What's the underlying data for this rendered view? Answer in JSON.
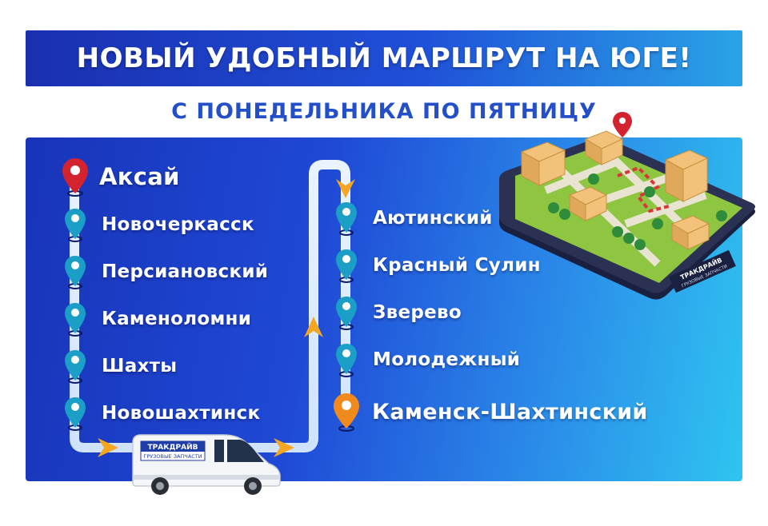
{
  "title": "НОВЫЙ УДОБНЫЙ МАРШРУТ НА ЮГЕ!",
  "subtitle": "С ПОНЕДЕЛЬНИКА ПО ПЯТНИЦУ",
  "colors": {
    "accent_blue": "#2350c8",
    "start_pin": "#d3232f",
    "stop_pin": "#1b9fc7",
    "end_pin": "#f08a1c",
    "arrow": "#f5a623"
  },
  "route_left": [
    {
      "name": "Аксай",
      "pin": "start-pin-icon"
    },
    {
      "name": "Новочеркасск",
      "pin": "location-pin-icon"
    },
    {
      "name": "Персиановский",
      "pin": "location-pin-icon"
    },
    {
      "name": "Каменоломни",
      "pin": "location-pin-icon"
    },
    {
      "name": "Шахты",
      "pin": "location-pin-icon"
    },
    {
      "name": "Новошахтинск",
      "pin": "location-pin-icon"
    }
  ],
  "route_right": [
    {
      "name": "Аютинский",
      "pin": "location-pin-icon"
    },
    {
      "name": "Красный Сулин",
      "pin": "location-pin-icon"
    },
    {
      "name": "Зверево",
      "pin": "location-pin-icon"
    },
    {
      "name": "Молодежный",
      "pin": "location-pin-icon"
    },
    {
      "name": "Каменск-Шахтинский",
      "pin": "end-pin-icon"
    }
  ],
  "van": {
    "brand": "ТРАКДРАЙВ",
    "tagline": "ГРУЗОВЫЕ ЗАПЧАСТИ"
  },
  "phone": {
    "brand": "ТРАКДРАЙВ",
    "tagline": "ГРУЗОВЫЕ ЗАПЧАСТИ"
  }
}
